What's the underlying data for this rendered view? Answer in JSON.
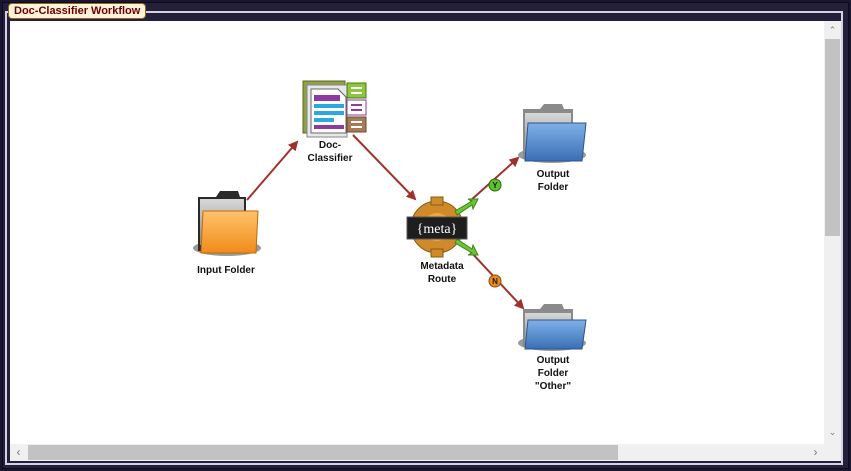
{
  "window": {
    "title": "Doc-Classifier Workflow"
  },
  "nodes": {
    "input_folder": {
      "label": "Input Folder"
    },
    "doc_classifier": {
      "label": "Doc-\nClassifier"
    },
    "metadata_route": {
      "label": "Metadata\nRoute",
      "badge": "{meta}"
    },
    "output_folder": {
      "label": "Output\nFolder"
    },
    "output_folder_other": {
      "label": "Output\nFolder\n\"Other\""
    }
  },
  "route_badges": {
    "yes": "Y",
    "no": "N"
  },
  "colors": {
    "connector": "#a1302c",
    "folder_orange": "#f7a43a",
    "folder_blue": "#4e86c8",
    "badge_yes": "#5cc42a",
    "badge_no": "#f08a1e"
  },
  "scrollbars": {
    "up_arrow": "⌃",
    "down_arrow": "⌄",
    "left_arrow": "‹",
    "right_arrow": "›"
  }
}
